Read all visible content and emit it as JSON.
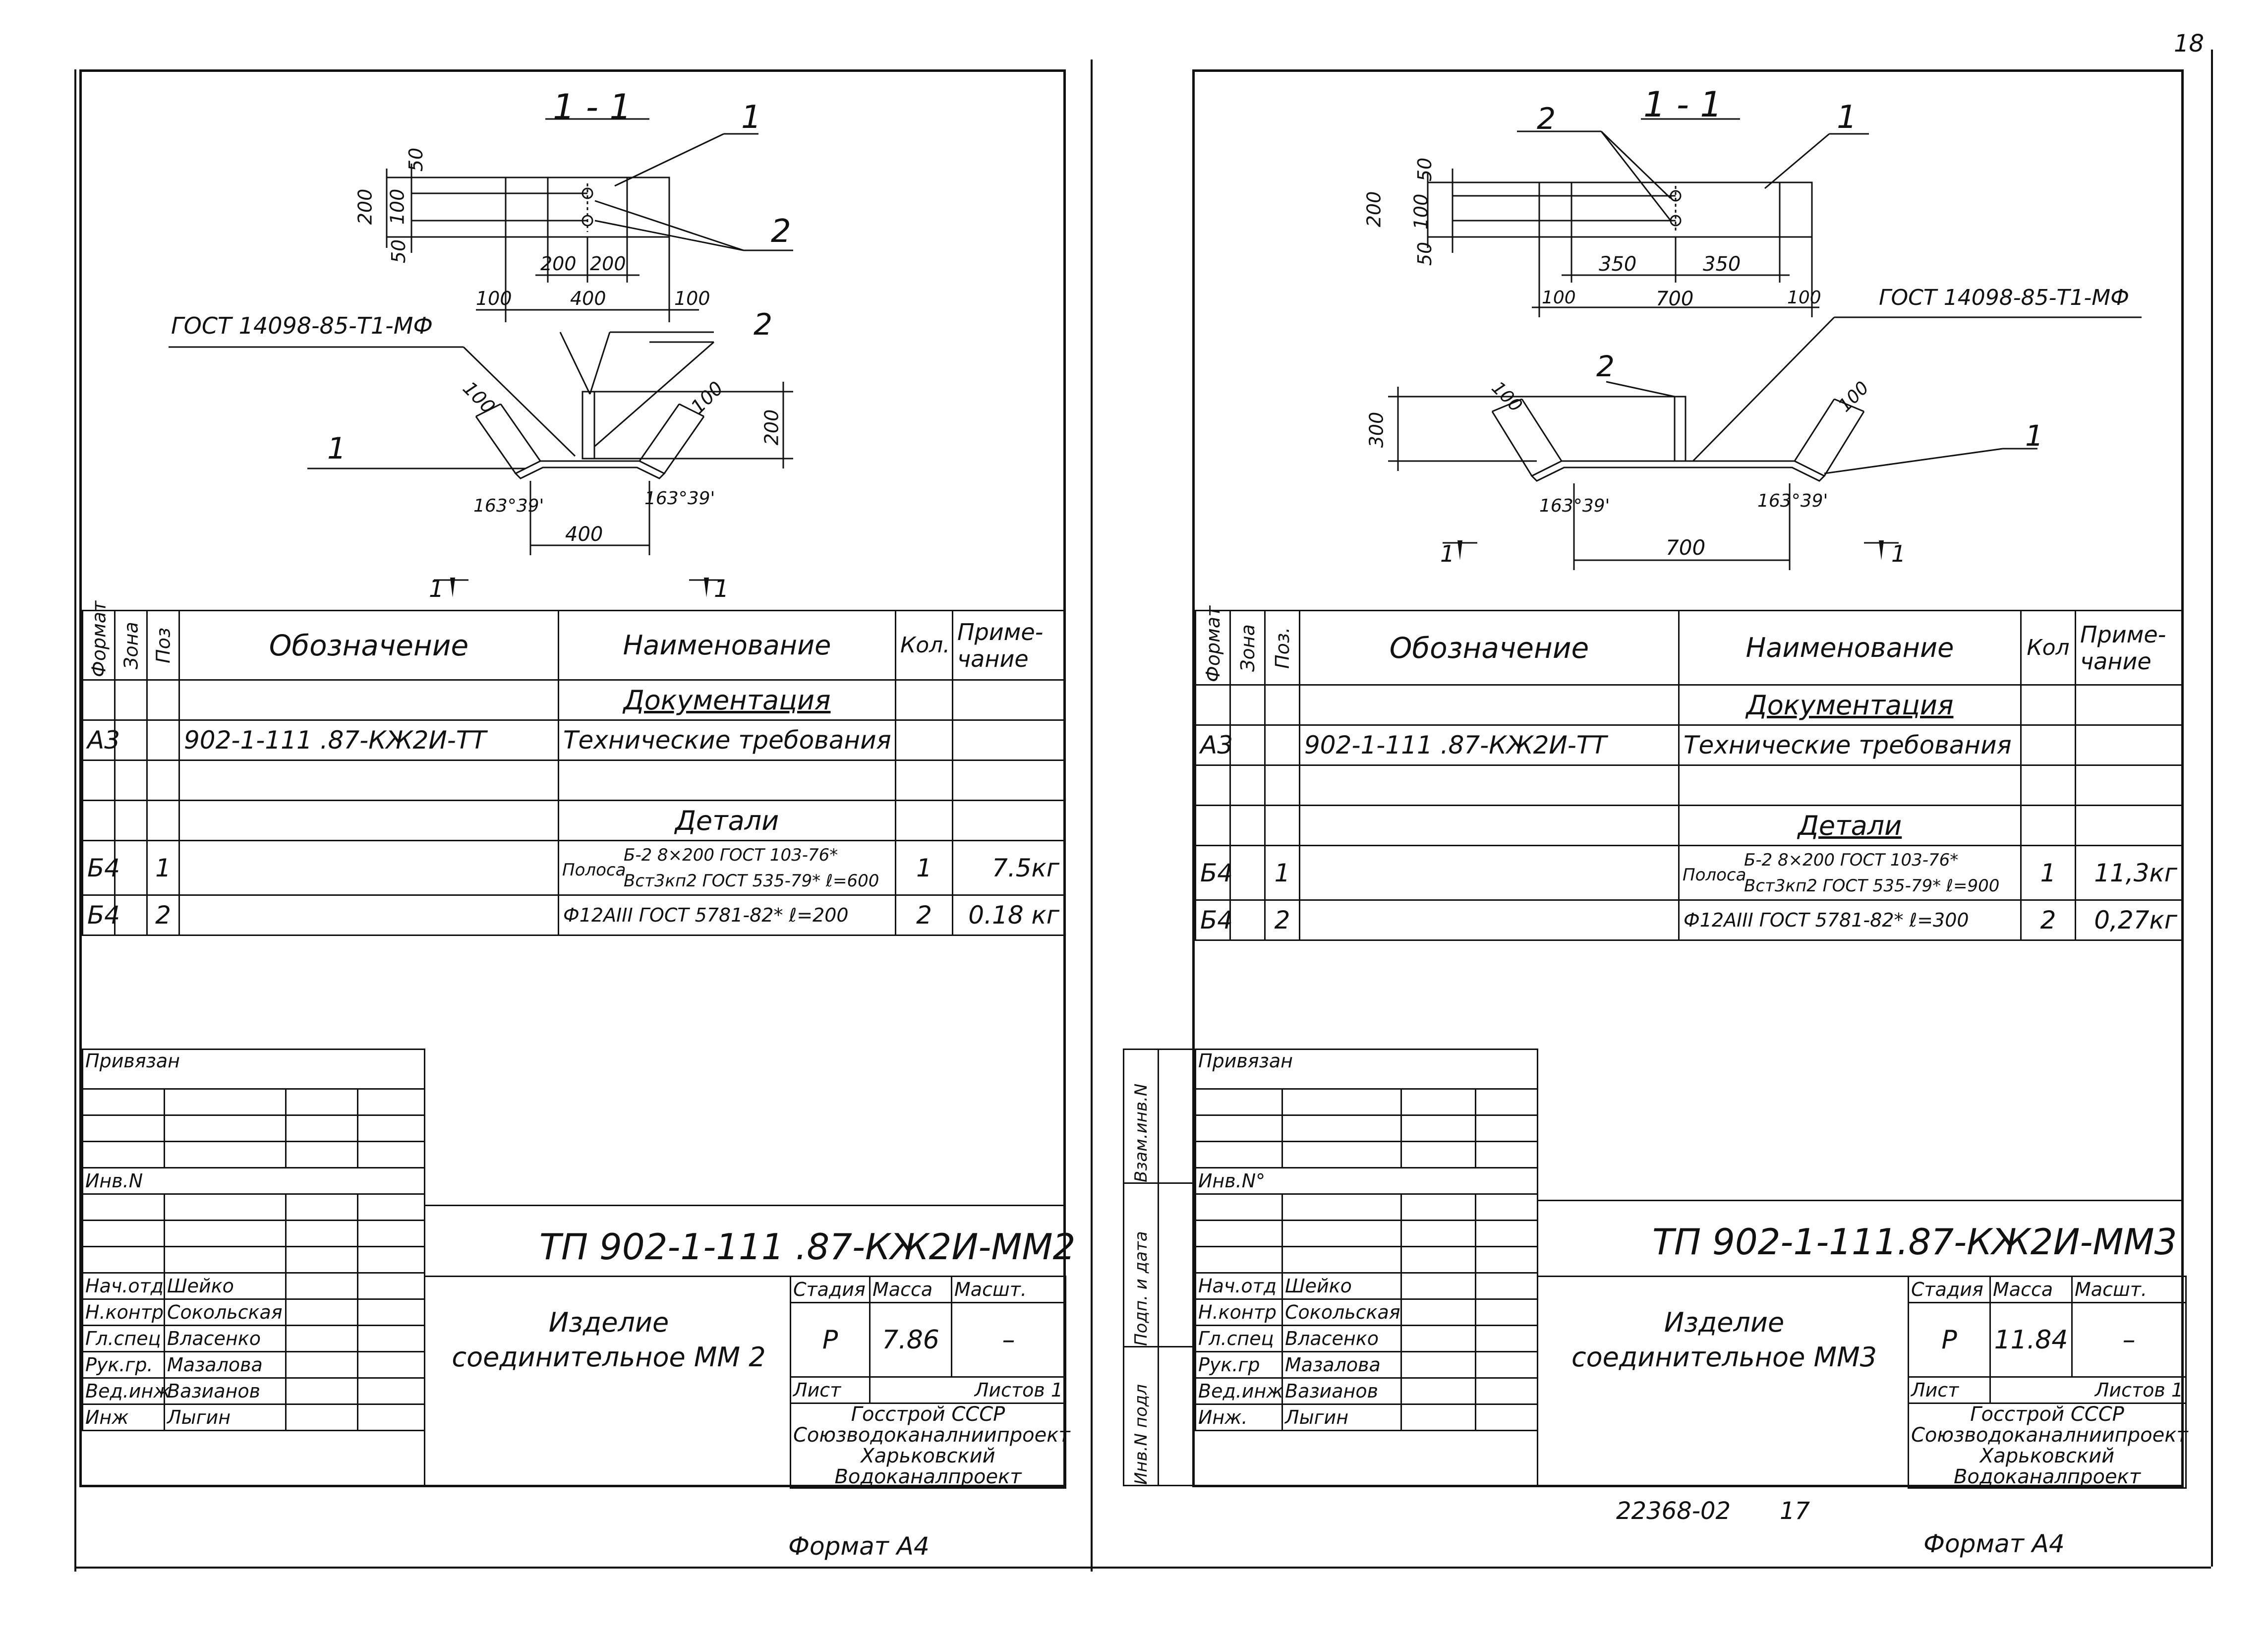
{
  "page_number": "18",
  "bottom_code": "22368-02",
  "bottom_sheet_no": "17",
  "left": {
    "section_label": "1 - 1",
    "callouts": {
      "pos1": "1",
      "pos2": "2"
    },
    "plan_dims": {
      "h200": "200",
      "h50a": "50",
      "h100": "100",
      "h50b": "50",
      "w200a": "200",
      "w200b": "200",
      "w400": "400",
      "w100a": "100",
      "w100b": "100"
    },
    "weld_label": "ГОСТ 14098-85-Т1-МФ",
    "elev_dims": {
      "d100a": "100",
      "d100b": "100",
      "d200": "200",
      "ang1": "163°39'",
      "ang2": "163°39'",
      "d400": "400"
    },
    "cut_marks": {
      "left": "1",
      "right": "1"
    },
    "header": {
      "format": "Формат",
      "zone": "Зона",
      "pos": "Поз",
      "designation": "Обозначение",
      "name": "Наименование",
      "qty": "Кол.",
      "note": "Приме-чание"
    },
    "section_doc": "Документация",
    "doc_row": {
      "format": "А3",
      "designation": "902-1-111 .87-КЖ2И-ТТ",
      "name": "Технические требования"
    },
    "section_parts": "Детали",
    "row1": {
      "format": "Б4",
      "pos": "1",
      "name_prefix": "Полоса",
      "name_top": "Б-2 8×200 ГОСТ 103-76*",
      "name_bottom": "Вст3кп2 ГОСТ 535-79* ℓ=600",
      "qty": "1",
      "note": "7.5кг"
    },
    "row2": {
      "format": "Б4",
      "pos": "2",
      "name": "Ф12АIII ГОСТ 5781-82* ℓ=200",
      "qty": "2",
      "note": "0.18 кг"
    },
    "tb": {
      "privyazan": "Привязан",
      "inv": "Инв.N",
      "code": "ТП 902-1-111 .87-КЖ2И-ММ2",
      "title": "Изделие соединительное ММ 2",
      "stage_h": "Стадия",
      "mass_h": "Масса",
      "scale_h": "Масшт.",
      "stage": "Р",
      "mass": "7.86",
      "scale": "–",
      "sheet_h": "Лист",
      "sheets_h": "Листов 1",
      "org": "Госстрой СССР Союзводоканалниипроект Харьковский Водоканалпроект",
      "people": [
        {
          "role": "Нач.отд",
          "name": "Шейко"
        },
        {
          "role": "Н.контр",
          "name": "Сокольская"
        },
        {
          "role": "Гл.спец",
          "name": "Власенко"
        },
        {
          "role": "Рук.гр.",
          "name": "Мазалова"
        },
        {
          "role": "Вед.инж",
          "name": "Вазианов"
        },
        {
          "role": "Инж",
          "name": "Лыгин"
        }
      ]
    },
    "format_label": "Формат А4"
  },
  "right": {
    "section_label": "1 - 1",
    "callouts": {
      "pos1": "1",
      "pos2": "2"
    },
    "plan_dims": {
      "h200": "200",
      "h50a": "50",
      "h100": "100",
      "h50b": "50",
      "w350a": "350",
      "w350b": "350",
      "w700": "700",
      "w100a": "100",
      "w100b": "100"
    },
    "weld_label": "ГОСТ 14098-85-Т1-МФ",
    "elev_dims": {
      "d300": "300",
      "d100a": "100",
      "d100b": "100",
      "ang1": "163°39'",
      "ang2": "163°39'",
      "d700": "700"
    },
    "cut_marks": {
      "left": "1",
      "right": "1"
    },
    "header": {
      "format": "Формат",
      "zone": "Зона",
      "pos": "Поз.",
      "designation": "Обозначение",
      "name": "Наименование",
      "qty": "Кол",
      "note": "Приме-чание"
    },
    "section_doc": "Документация",
    "doc_row": {
      "format": "А3",
      "designation": "902-1-111 .87-КЖ2И-ТТ",
      "name": "Технические требования"
    },
    "section_parts": "Детали",
    "row1": {
      "format": "Б4",
      "pos": "1",
      "name_prefix": "Полоса",
      "name_top": "Б-2 8×200 ГОСТ 103-76*",
      "name_bottom": "Вст3кп2 ГОСТ 535-79* ℓ=900",
      "qty": "1",
      "note": "11,3кг"
    },
    "row2": {
      "format": "Б4",
      "pos": "2",
      "name": "Ф12АIII ГОСТ 5781-82* ℓ=300",
      "qty": "2",
      "note": "0,27кг"
    },
    "side": {
      "a": "Взам.инв.N",
      "b": "Подп. и дата",
      "c": "Инв.N подл"
    },
    "tb": {
      "privyazan": "Привязан",
      "inv": "Инв.N°",
      "code": "ТП 902-1-111.87-КЖ2И-ММ3",
      "title": "Изделие соединительное ММ3",
      "stage_h": "Стадия",
      "mass_h": "Масса",
      "scale_h": "Масшт.",
      "stage": "Р",
      "mass": "11.84",
      "scale": "–",
      "sheet_h": "Лист",
      "sheets_h": "Листов 1",
      "org": "Госстрой СССР Союзводоканалниипроект Харьковский Водоканалпроект",
      "people": [
        {
          "role": "Нач.отд",
          "name": "Шейко"
        },
        {
          "role": "Н.контр",
          "name": "Сокольская"
        },
        {
          "role": "Гл.спец",
          "name": "Власенко"
        },
        {
          "role": "Рук.гр",
          "name": "Мазалова"
        },
        {
          "role": "Вед.инж",
          "name": "Вазианов"
        },
        {
          "role": "Инж.",
          "name": "Лыгин"
        }
      ]
    },
    "format_label": "Формат А4"
  }
}
